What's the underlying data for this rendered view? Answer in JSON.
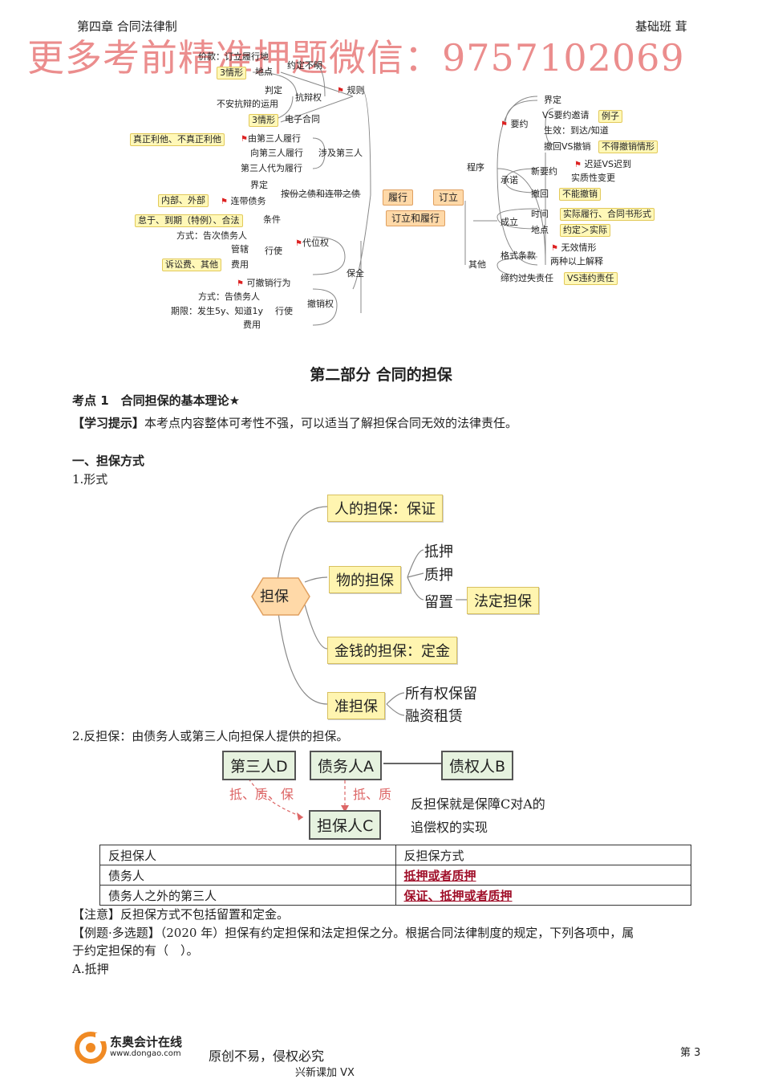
{
  "header": {
    "chapter": "第四章 合同法律制",
    "course": "基础班 茸"
  },
  "watermark": "更多考前精准押题微信：9757102069",
  "mindmap1": {
    "center": "订立和履行",
    "left_branch": "履行",
    "right_branch": "订立",
    "items": [
      "价款：订立履行地",
      "约定不明",
      "3情形",
      "地点",
      "判定",
      "抗辩权",
      "规则",
      "不安抗辩的运用",
      "3情形",
      "电子合同",
      "真正利他、不真正利他",
      "由第三人履行",
      "向第三人履行",
      "涉及第三人",
      "第三人代为履行",
      "界定",
      "按份之债和连带之债",
      "内部、外部",
      "连带债务",
      "怠于、到期（特例）、合法",
      "条件",
      "方式：告次债务人",
      "管辖",
      "行使",
      "代位权",
      "诉讼费、其他",
      "费用",
      "保全",
      "可撤销行为",
      "方式：告债务人",
      "期限：发生5y、知道1y",
      "行使",
      "撤销权",
      "费用",
      "程序",
      "要约",
      "界定",
      "VS要约邀请",
      "例子",
      "生效：到达/知道",
      "撤回VS撤销",
      "不得撤销情形",
      "承诺",
      "新要约",
      "迟延VS迟到",
      "实质性变更",
      "撤回",
      "不能撤销",
      "成立",
      "时间",
      "实际履行、合同书形式",
      "地点",
      "约定＞实际",
      "其他",
      "格式条款",
      "无效情形",
      "两种以上解释",
      "缔约过失责任",
      "VS违约责任"
    ]
  },
  "section_title": "第二部分 合同的担保",
  "point_title": "考点 1　合同担保的基本理论★",
  "hint_label": "【学习提示】",
  "hint_text": "本考点内容整体可考性不强，可以适当了解担保合同无效的法律责任。",
  "h1": "一、担保方式",
  "item1": "1.形式",
  "mindmap2": {
    "center": "担保",
    "personal": "人的担保：保证",
    "property": "物的担保",
    "mortgage": "抵押",
    "pledge": "质押",
    "lien": "留置",
    "statutory": "法定担保",
    "money": "金钱的担保：定金",
    "quasi": "准担保",
    "retention": "所有权保留",
    "lease": "融资租赁"
  },
  "item2": "2.反担保：由债务人或第三人向担保人提供的担保。",
  "diagram": {
    "third": "第三人D",
    "debtor": "债务人A",
    "creditor": "债权人B",
    "guarantor": "担保人C",
    "note_left": "抵、质、保",
    "note_mid": "抵、质",
    "comment1": "反担保就是保障C对A的",
    "comment2": "追偿权的实现"
  },
  "table": {
    "headers": [
      "反担保人",
      "反担保方式"
    ],
    "rows": [
      [
        "债务人",
        "抵押或者质押"
      ],
      [
        "债务人之外的第三人",
        "保证、抵押或者质押"
      ]
    ]
  },
  "note": "【注意】反担保方式不包括留置和定金。",
  "example_line1": "【例题·多选题】（2020 年）担保有约定担保和法定担保之分。根据合同法律制度的规定，下列各项中，属",
  "example_line2": "于约定担保的有（　）。",
  "option_a": "A.抵押",
  "footer": {
    "brand": "东奥会计在线",
    "url": "www.dongao.com",
    "slogan": "原创不易，侵权必究",
    "page": "第 3",
    "bottom": "兴新课加 VX"
  },
  "colors": {
    "accent": "#a0102a",
    "watermark": "#e87a7a"
  }
}
